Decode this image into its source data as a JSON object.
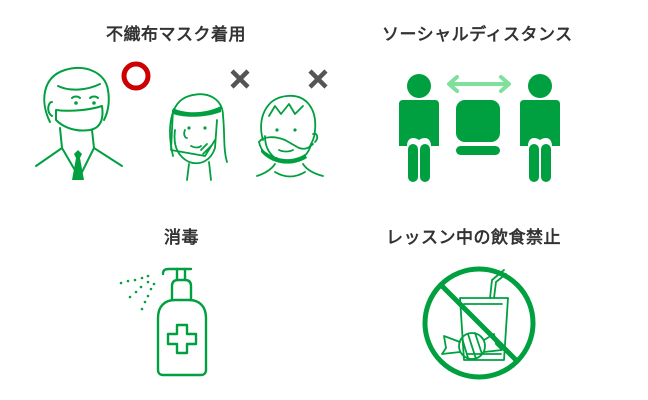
{
  "colors": {
    "green": "#00a040",
    "light_green": "#7ee09a",
    "red_ok": "#cc0000",
    "gray_ng": "#555555",
    "title_text": "#333333"
  },
  "panels": [
    {
      "id": "mask",
      "title": "不織布マスク着用",
      "items": [
        {
          "figure": "man-with-nonwoven-mask",
          "mark": "○",
          "mark_meaning": "ok"
        },
        {
          "figure": "woman-with-face-shield",
          "mark": "×",
          "mark_meaning": "ng"
        },
        {
          "figure": "boy-with-mouth-shield",
          "mark": "×",
          "mark_meaning": "ng"
        }
      ]
    },
    {
      "id": "social-distance",
      "title": "ソーシャルディスタンス",
      "icons": [
        "person-sitting-icon",
        "double-arrow-icon",
        "chair-icon",
        "person-sitting-icon"
      ]
    },
    {
      "id": "disinfection",
      "title": "消毒",
      "icons": [
        "sanitizer-pump-bottle-icon",
        "medical-cross-icon",
        "spray-dots-icon"
      ]
    },
    {
      "id": "no-food",
      "title": "レッスン中の飲食禁止",
      "icons": [
        "prohibited-sign-icon",
        "cup-with-straw-icon",
        "candy-icon"
      ]
    }
  ]
}
